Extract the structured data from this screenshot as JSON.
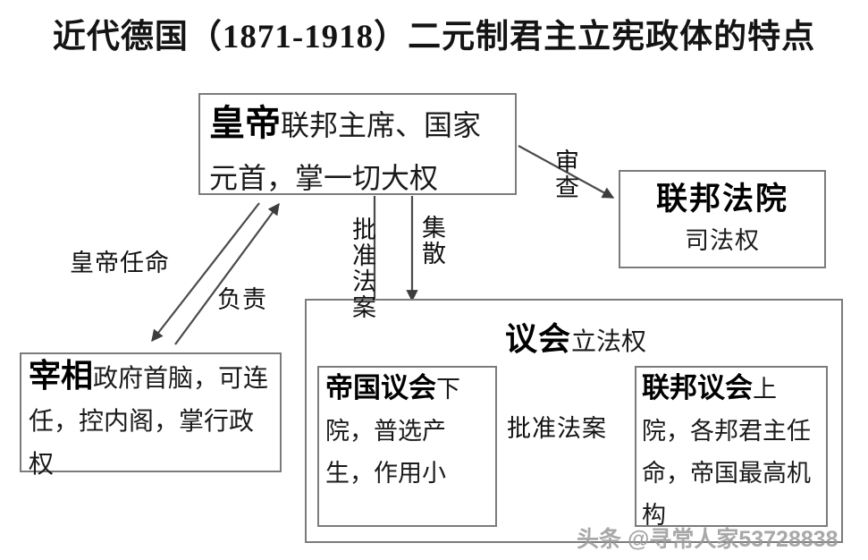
{
  "title": "近代德国（1871-1918）二元制君主立宪政体的特点",
  "boxes": {
    "emperor": {
      "lead": "皇帝",
      "rest": "联邦主席、国家元首，掌一切大权"
    },
    "federal_court": {
      "lead": "联邦法院",
      "rest": "司法权"
    },
    "chancellor": {
      "lead": "宰相",
      "rest": "政府首脑，可连任，控内阁，掌行政权"
    },
    "parliament": {
      "lead": "议会",
      "rest": "立法权"
    },
    "reichstag": {
      "lead": "帝国议会",
      "rest": "下院，普选产生，作用小"
    },
    "bundesrat": {
      "lead": "联邦议会",
      "rest": "上院，各邦君主任命，帝国最高机构"
    }
  },
  "connectors": {
    "emperor_appoints_chancellor": "皇帝任命",
    "chancellor_responsible_to_emperor": "负责",
    "emperor_reviews_court": "审查",
    "emperor_approves_bills": "批准法案",
    "emperor_convenes_dissolves": "集散",
    "bundesrat_approves_bills": "批准法案"
  },
  "watermark": "头条 @寻常人家53728838",
  "colors": {
    "box_border": "#7b7b7b",
    "inner_border": "#555555",
    "text": "#111111",
    "arrow": "#4a4a4a",
    "watermark": "#9a9a9a",
    "background": "#ffffff"
  }
}
